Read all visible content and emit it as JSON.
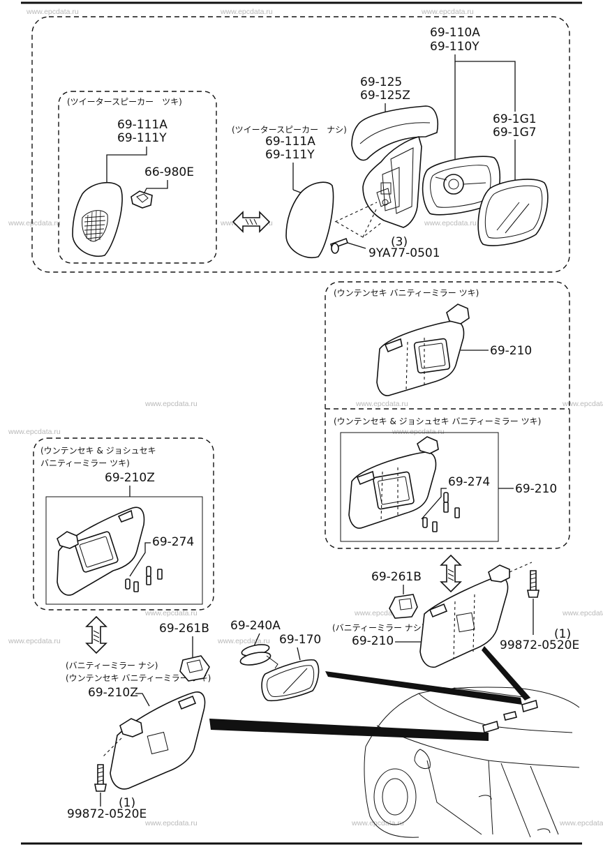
{
  "watermark": "www.epcdata.ru",
  "labels": {
    "p69_110A": "69-110A",
    "p69_110Y": "69-110Y",
    "p69_125": "69-125",
    "p69_125Z": "69-125Z",
    "p69_1G1": "69-1G1",
    "p69_1G7": "69-1G7",
    "p69_111A_left": "69-111A",
    "p69_111Y_left": "69-111Y",
    "p66_980E": "66-980E",
    "p69_111A_mid": "69-111A",
    "p69_111Y_mid": "69-111Y",
    "p9YA77_qty": "(3)",
    "p9YA77": "9YA77-0501",
    "p69_210_a": "69-210",
    "p69_274_right": "69-274",
    "p69_210_b": "69-210",
    "p69_210Z_top": "69-210Z",
    "p69_274_left": "69-274",
    "p69_261B_right": "69-261B",
    "p99872_qty_right": "(1)",
    "p99872_right": "99872-0520E",
    "p69_210_c": "69-210",
    "p69_240A": "69-240A",
    "p69_170": "69-170",
    "p69_261B_left": "69-261B",
    "p69_210Z_bottom": "69-210Z",
    "p99872_qty_left": "(1)",
    "p99872_left": "99872-0520E"
  },
  "notes": {
    "tweeter_with": "(ツイータースピーカー　ツキ)",
    "tweeter_without": "(ツイータースピーカー　ナシ)",
    "driver_vanity": "(ウンテンセキ バニティーミラー ツキ)",
    "both_vanity_right": "(ウンテンセキ & ジョシュセキ バニティーミラー ツキ)",
    "both_vanity_left_1": "(ウンテンセキ & ジョシュセキ",
    "both_vanity_left_2": "バニティーミラー ツキ)",
    "no_vanity_right": "(バニティーミラー ナシ)",
    "no_vanity_left_1": "(バニティーミラー ナシ)",
    "no_vanity_left_2": "(ウンテンセキ バニティーミラー ツキ)"
  }
}
